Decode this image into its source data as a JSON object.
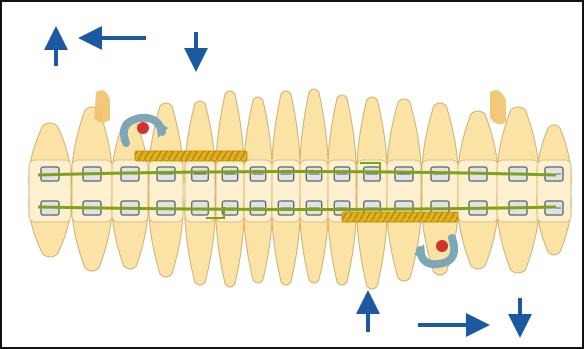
{
  "diagram": {
    "kind": "orthodontic-arch-illustration",
    "colors": {
      "frame": "#111111",
      "tooth_fill": "#fbe3a6",
      "tooth_stroke": "#d2b070",
      "tooth_shadow": "#f1c26b",
      "bracket_fill": "#dfe3e3",
      "bracket_stroke": "#58616a",
      "archwire": "#7fa21b",
      "spring": "#e3b21a",
      "arrow": "#1b5aa0",
      "rotation_arrow": "#7ea7b6",
      "dot": "#d1322a"
    },
    "annotations": {
      "top_left_arrows": [
        "up",
        "left",
        "down"
      ],
      "bottom_right_arrows": [
        "up",
        "right",
        "down"
      ],
      "rotation_markers": 2,
      "coil_springs": 2
    }
  }
}
